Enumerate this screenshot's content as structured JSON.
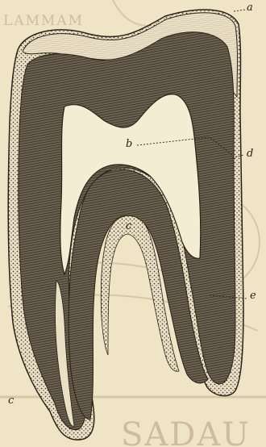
{
  "illustration": {
    "subject": "tooth-cross-section-engraving",
    "colors": {
      "paper": "#efe4c6",
      "ink": "#2b2116",
      "enamel": "#e6dcc0",
      "dentin": "#5c5345",
      "watermark": "#b49f7a"
    }
  },
  "labels": {
    "a": "a",
    "b": "b",
    "c_pulp": "c",
    "d": "d",
    "e": "e",
    "c_root": "c"
  },
  "watermark": {
    "top_text": "LAMMAM",
    "bottom_text": "SADAU"
  }
}
